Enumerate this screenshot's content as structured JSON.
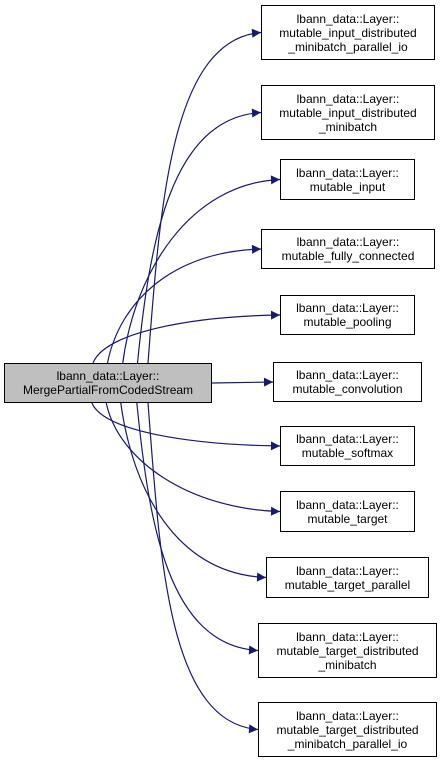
{
  "colors": {
    "edge": "#191970",
    "root_fill": "#bfbfbf",
    "node_fill": "#ffffff",
    "border": "#000000"
  },
  "root": {
    "lines": [
      "lbann_data::Layer::",
      "MergePartialFromCodedStream"
    ]
  },
  "callees": [
    {
      "lines": [
        "lbann_data::Layer::",
        "mutable_input_distributed",
        "_minibatch_parallel_io"
      ]
    },
    {
      "lines": [
        "lbann_data::Layer::",
        "mutable_input_distributed",
        "_minibatch"
      ]
    },
    {
      "lines": [
        "lbann_data::Layer::",
        "mutable_input"
      ]
    },
    {
      "lines": [
        "lbann_data::Layer::",
        "mutable_fully_connected"
      ]
    },
    {
      "lines": [
        "lbann_data::Layer::",
        "mutable_pooling"
      ]
    },
    {
      "lines": [
        "lbann_data::Layer::",
        "mutable_convolution"
      ]
    },
    {
      "lines": [
        "lbann_data::Layer::",
        "mutable_softmax"
      ]
    },
    {
      "lines": [
        "lbann_data::Layer::",
        "mutable_target"
      ]
    },
    {
      "lines": [
        "lbann_data::Layer::",
        "mutable_target_parallel"
      ]
    },
    {
      "lines": [
        "lbann_data::Layer::",
        "mutable_target_distributed",
        "_minibatch"
      ]
    },
    {
      "lines": [
        "lbann_data::Layer::",
        "mutable_target_distributed",
        "_minibatch_parallel_io"
      ]
    }
  ]
}
